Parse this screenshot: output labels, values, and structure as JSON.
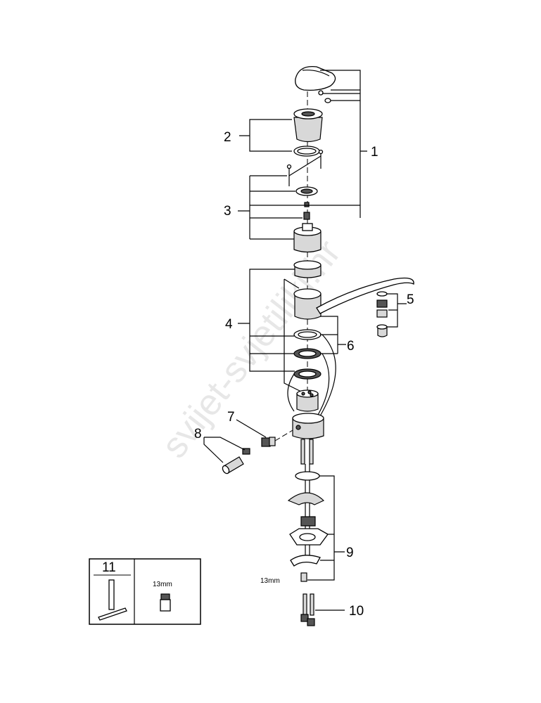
{
  "diagram": {
    "labels": [
      "1",
      "2",
      "3",
      "4",
      "5",
      "6",
      "7",
      "8",
      "9",
      "10",
      "11"
    ],
    "wrench_size": "13mm",
    "tool_box": {
      "number": "11",
      "socket_size": "13mm"
    },
    "watermark": "svijet-svjetiljki.hr"
  }
}
